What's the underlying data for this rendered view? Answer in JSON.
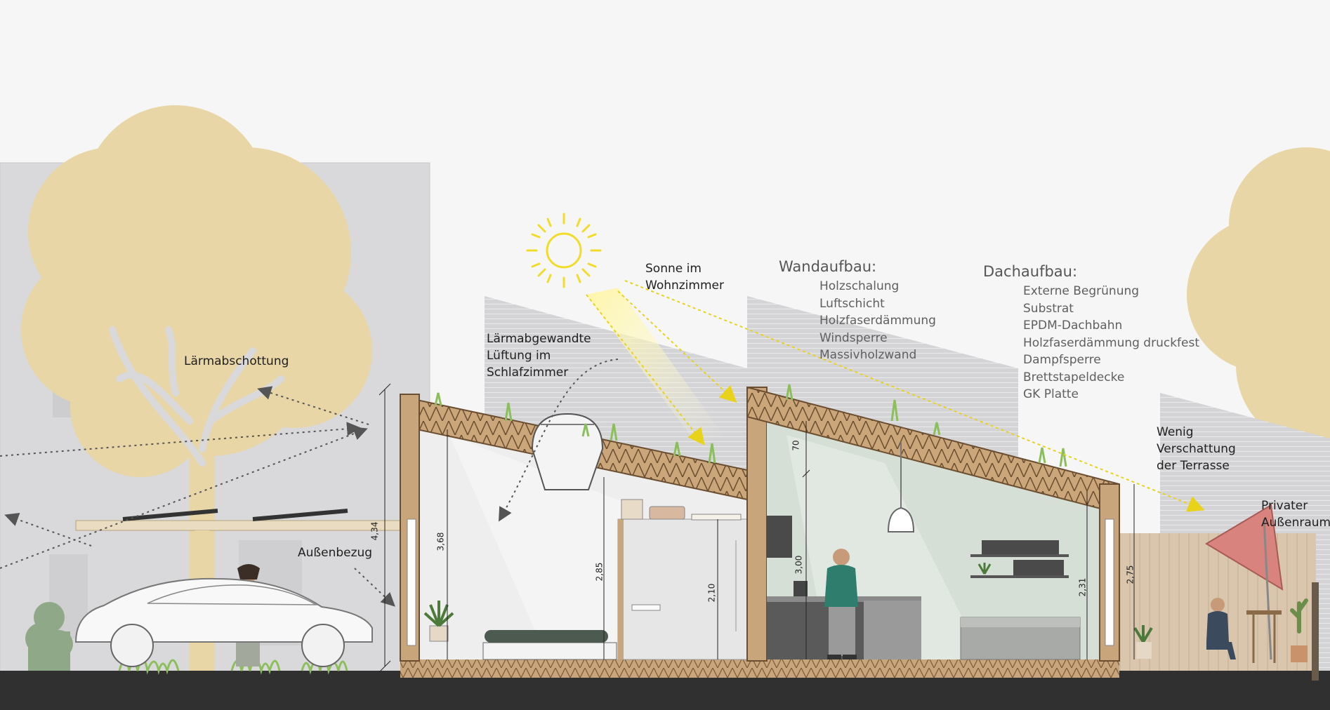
{
  "annotations": {
    "laermabschottung": "Lärmabschottung",
    "aussenbezug": "Außenbezug",
    "lueftung": [
      "Lärmabgewandte",
      "Lüftung im",
      "Schlafzimmer"
    ],
    "sonne": [
      "Sonne im",
      "Wohnzimmer"
    ],
    "verschattung": [
      "Wenig",
      "Verschattung",
      "der Terrasse"
    ],
    "aussenraum": [
      "Privater",
      "Außenraum"
    ]
  },
  "wandaufbau": {
    "title": "Wandaufbau:",
    "layers": [
      "Holzschalung",
      "Luftschicht",
      "Holzfaserdämmung",
      "Windsperre",
      "Massivholzwand"
    ]
  },
  "dachaufbau": {
    "title": "Dachaufbau:",
    "layers": [
      "Externe Begrünung",
      "Substrat",
      "EPDM-Dachbahn",
      "Holzfaserdämmung druckfest",
      "Dampfsperre",
      "Brettstapeldecke",
      "GK Platte"
    ]
  },
  "dimensions": {
    "overall_height": "4,34",
    "bedroom_height": "3,68",
    "bath_upper": "2,85",
    "bath_height": "2,10",
    "living_70": "70",
    "living_height": "3,00",
    "living_low": "2,31",
    "terrace_height": "2,75"
  },
  "colors": {
    "tree": "#e8d6a6",
    "background_building": "#d9d9db",
    "ground": "#303030",
    "timber": "#b8946a",
    "green_roof": "#8bbf5a",
    "sun": "#f2dc2a",
    "living_room": "#d5dfd5",
    "umbrella": "#d9837e"
  }
}
